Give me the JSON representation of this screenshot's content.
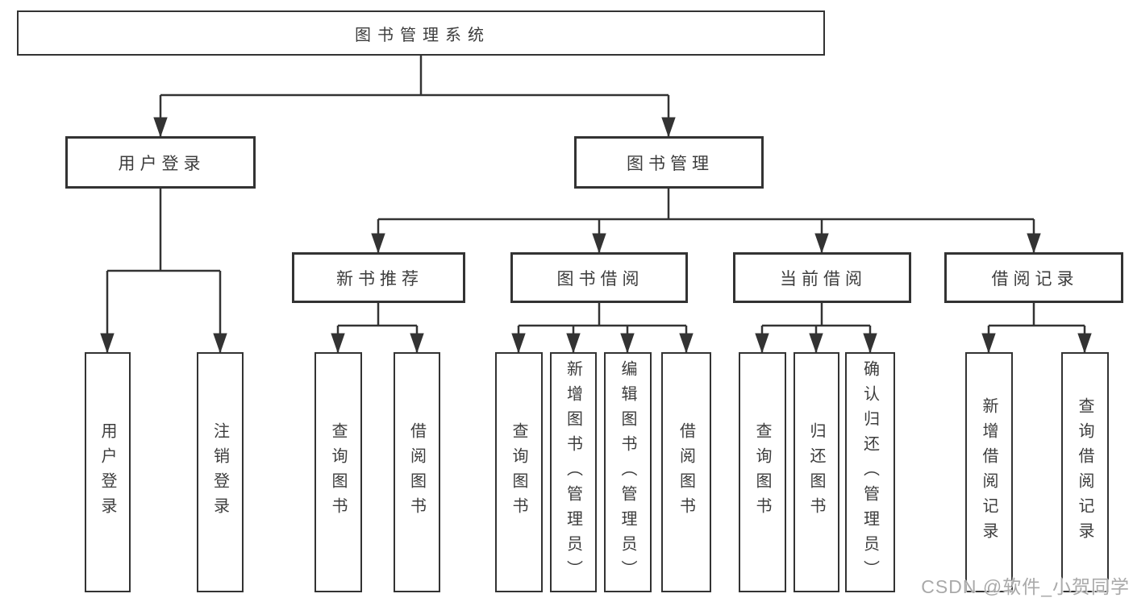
{
  "nodes": {
    "root": "图书管理系统",
    "user_login": "用户登录",
    "book_management": "图书管理",
    "new_book_recommend": "新书推荐",
    "book_borrow": "图书借阅",
    "current_borrow": "当前借阅",
    "borrow_records": "借阅记录",
    "leaf_user_login": "用户登录",
    "leaf_logout": "注销登录",
    "leaf_query_books_1": "查询图书",
    "leaf_borrow_books_1": "借阅图书",
    "leaf_query_books_2": "查询图书",
    "leaf_add_books": "新增图书（管理员）",
    "leaf_edit_books": "编辑图书（管理员）",
    "leaf_borrow_books_2": "借阅图书",
    "leaf_query_books_3": "查询图书",
    "leaf_return_books": "归还图书",
    "leaf_confirm_return": "确认归还（管理员）",
    "leaf_add_borrow_record": "新增借阅记录",
    "leaf_query_borrow_record": "查询借阅记录"
  },
  "watermark": "CSDN @软件_小贺同学",
  "colors": {
    "line": "#333333",
    "text": "#3d3d3d",
    "background": "#ffffff",
    "watermark": "#a9a9a9"
  }
}
